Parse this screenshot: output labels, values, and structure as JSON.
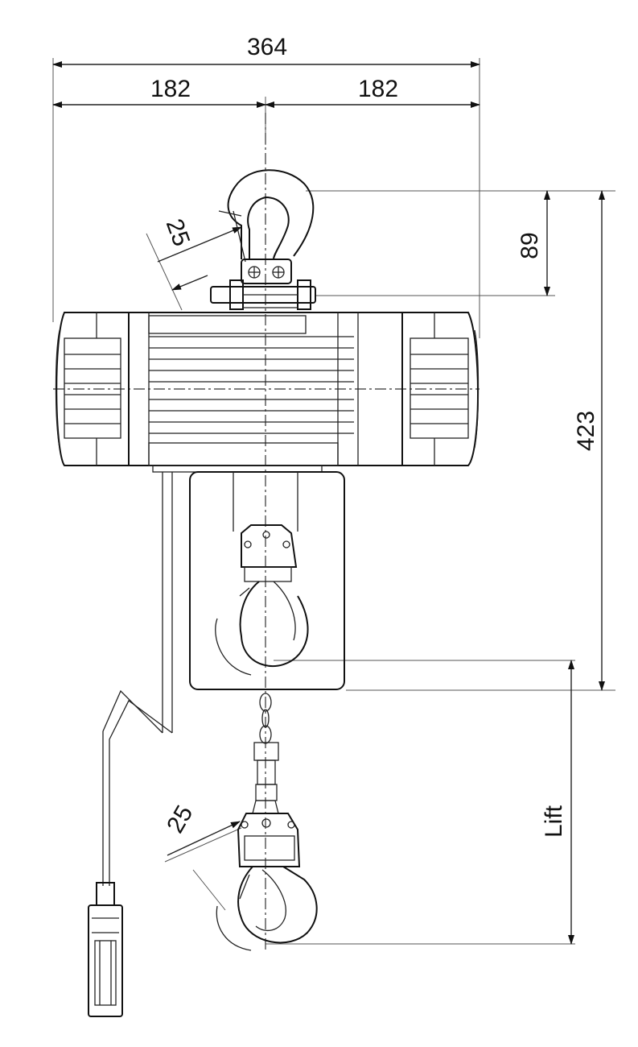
{
  "dimensions": {
    "overall_width": "364",
    "half_width_left": "182",
    "half_width_right": "182",
    "top_hook_height": "89",
    "hook_to_hook_height": "423",
    "hook_throat_top": "25",
    "hook_throat_bottom": "25",
    "lift": "Lift"
  },
  "colors": {
    "line": "#111111",
    "background": "#ffffff"
  }
}
